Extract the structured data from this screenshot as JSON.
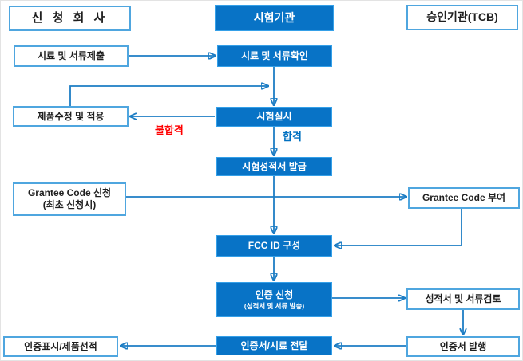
{
  "colors": {
    "blue_box_fill": "#0873c6",
    "blue_box_border": "#35a0e8",
    "white_box_border": "#4fa6df",
    "arrow": "#1d7dc4",
    "fail_label": "#ff0000",
    "pass_label": "#0070c0",
    "dark_text": "#1f1f1f",
    "blue_box_text": "#ffffff"
  },
  "headers": {
    "applicant": "신 청 회 사",
    "test_lab": "시험기관",
    "approval_body": "승인기관(TCB)"
  },
  "nodes": {
    "submit_sample_docs": "시료 및 서류제출",
    "confirm_sample_docs": "시료 및 서류확인",
    "modify_product": "제품수정 및 적용",
    "run_test": "시험실시",
    "issue_test_report": "시험성적서 발급",
    "grantee_code_request_line1": "Grantee Code 신청",
    "grantee_code_request_line2": "(최초 신청시)",
    "grantee_code_grant": "Grantee Code 부여",
    "fcc_id_compose": "FCC ID 구성",
    "cert_apply_line1": "인증 신청",
    "cert_apply_line2": "(성적서 및 서류 발송)",
    "report_doc_review": "성적서 및 서류검토",
    "cert_issue": "인증서 발행",
    "cert_sample_delivery": "인증서/시료 전달",
    "cert_mark_shipping": "인증표시/제품선적"
  },
  "edge_labels": {
    "fail": "불합격",
    "pass": "합격"
  }
}
